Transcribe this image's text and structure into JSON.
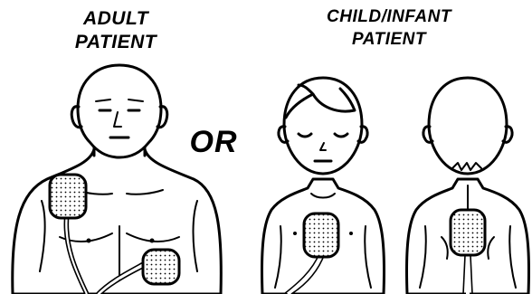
{
  "labels": {
    "adult_line1": "ADULT",
    "adult_line2": "PATIENT",
    "or": "OR",
    "child_line1": "CHILD/INFANT",
    "child_line2": "PATIENT"
  }
}
